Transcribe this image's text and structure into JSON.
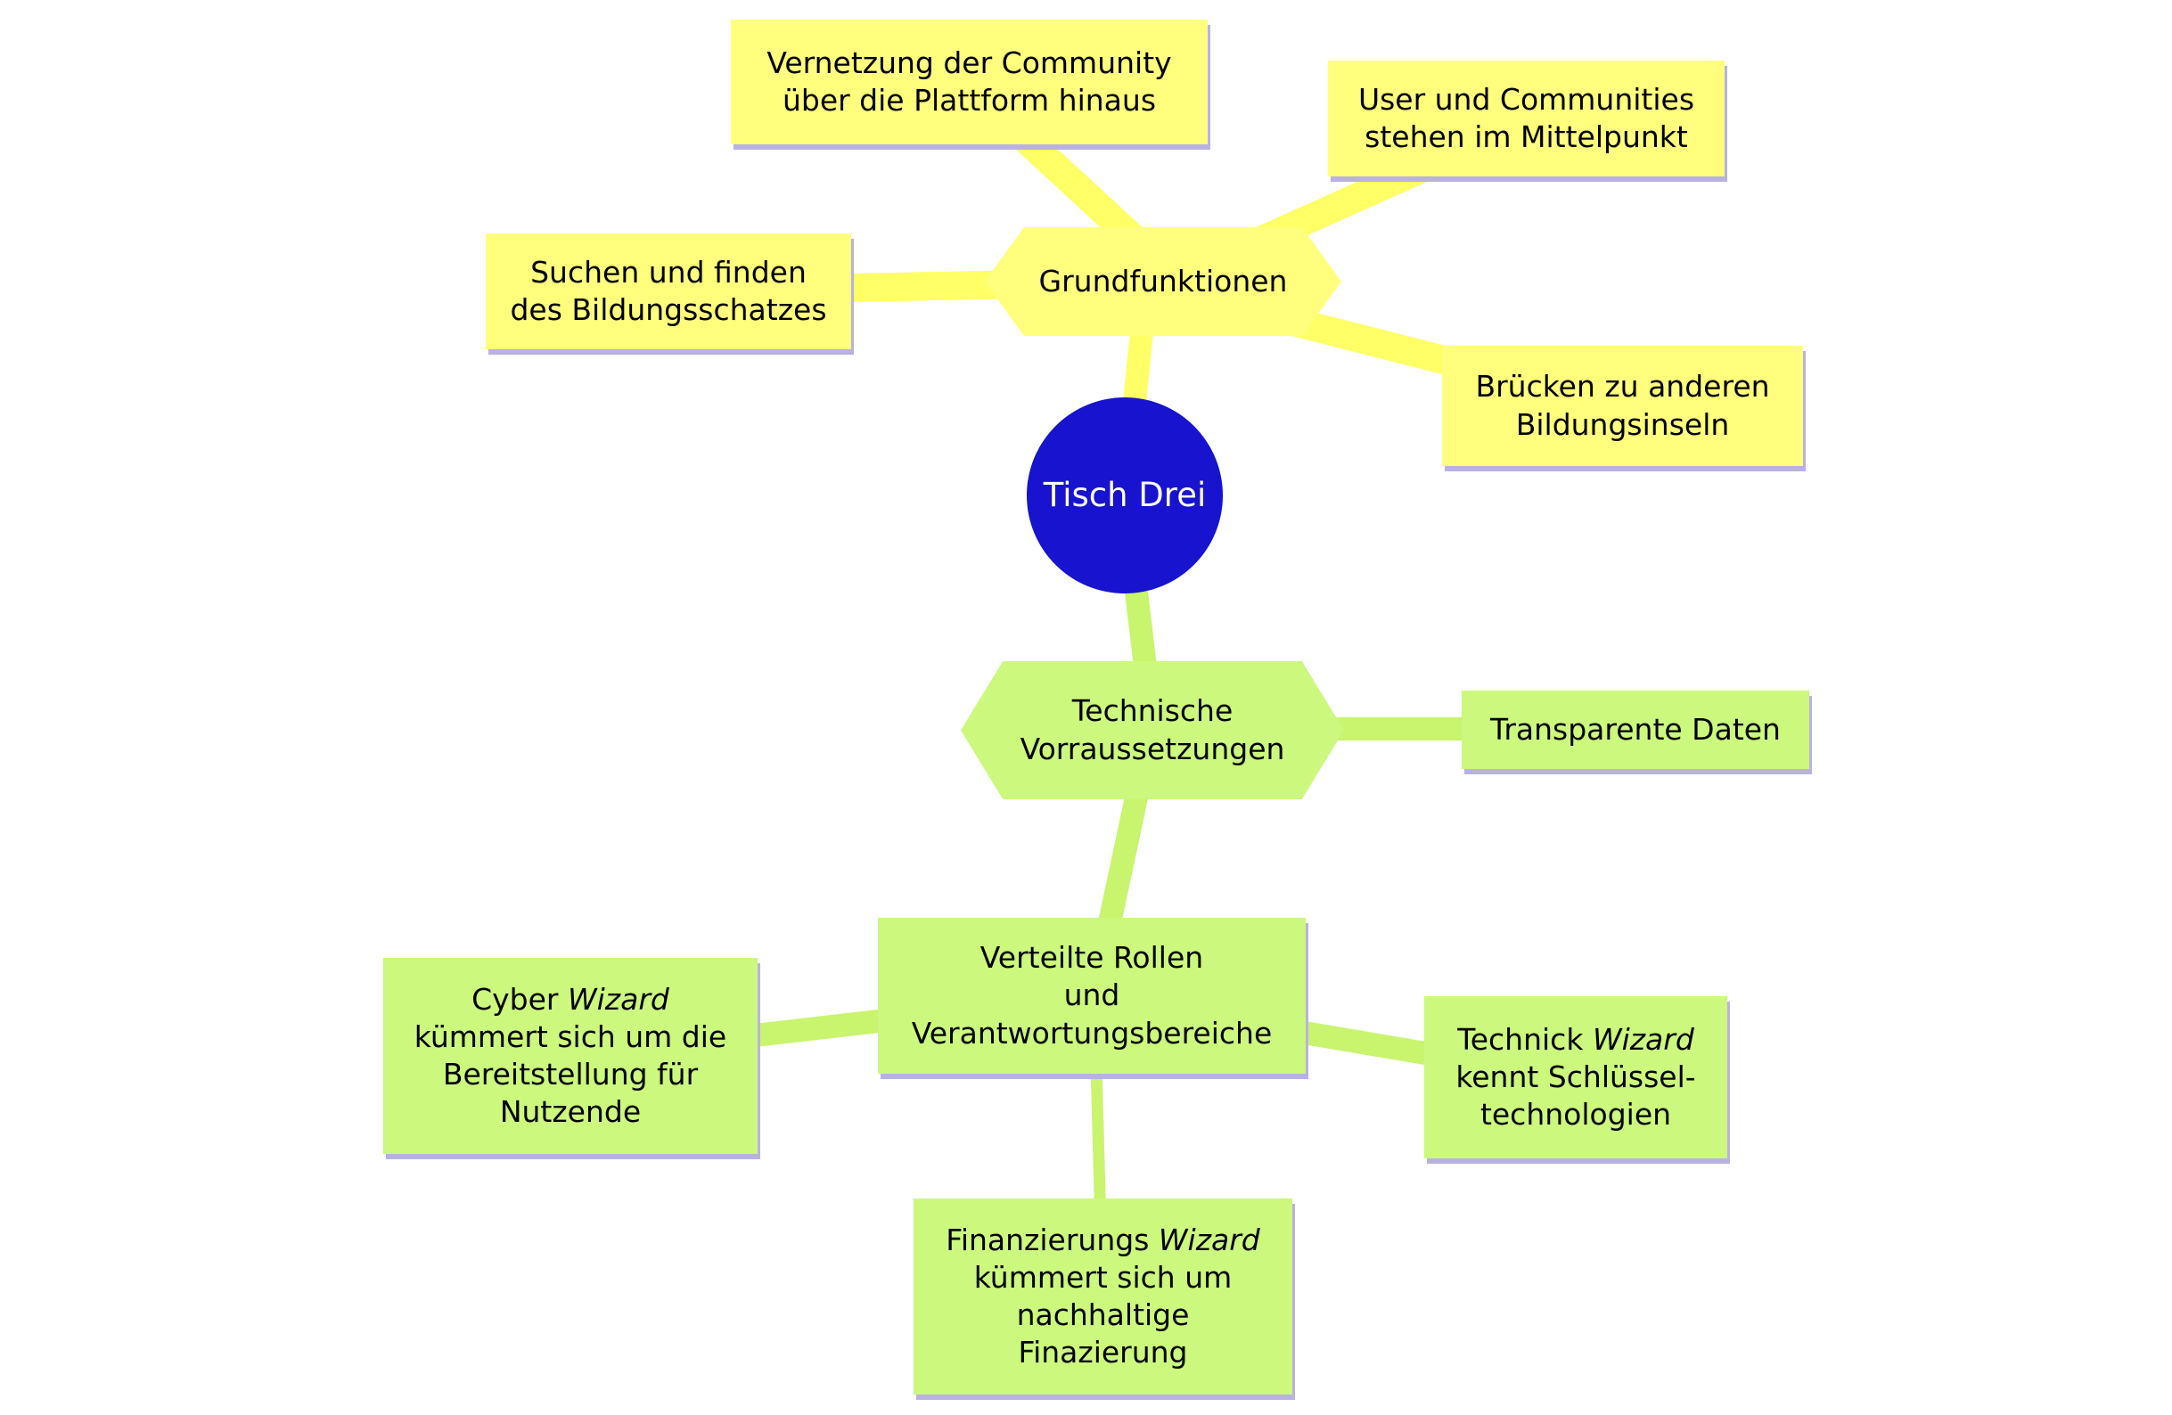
{
  "colors": {
    "yellow": "#ffff7d",
    "yellow-line": "#ffff66",
    "green": "#ccf87e",
    "green-line": "#c9f46e",
    "blue": "#1713ce",
    "shadow": "#b9b1e0",
    "text": "#000000",
    "root-text": "#ffffff"
  },
  "root": {
    "label": "Tisch Drei"
  },
  "hubs": {
    "grundfunktionen": {
      "label": "Grundfunktionen"
    },
    "technische": {
      "label": "Technische\nVorraussetzungen"
    }
  },
  "nodes": {
    "vernetzung": {
      "label": "Vernetzung der Community\nüber die Plattform hinaus"
    },
    "user": {
      "label": "User und Communities\nstehen im Mittelpunkt"
    },
    "suchen": {
      "label": "Suchen und finden\ndes Bildungsschatzes"
    },
    "bruecken": {
      "label": "Brücken zu anderen\nBildungsinseln"
    },
    "transparente": {
      "label": "Transparente Daten"
    },
    "verteilte": {
      "label": "Verteilte Rollen\nund\nVerantwortungsbereiche"
    },
    "cyber": {
      "pre": "Cyber",
      "italic": "Wizard",
      "post": "\nkümmert sich um die\nBereitstellung für\nNutzende"
    },
    "technick": {
      "pre": "Technick",
      "italic": "Wizard",
      "post": "\nkennt Schlüssel-\ntechnologien"
    },
    "finanzierung": {
      "pre": "Finanzierungs",
      "italic": "Wizard",
      "post": "\nkümmert sich um\nnachhaltige\nFinazierung"
    }
  }
}
